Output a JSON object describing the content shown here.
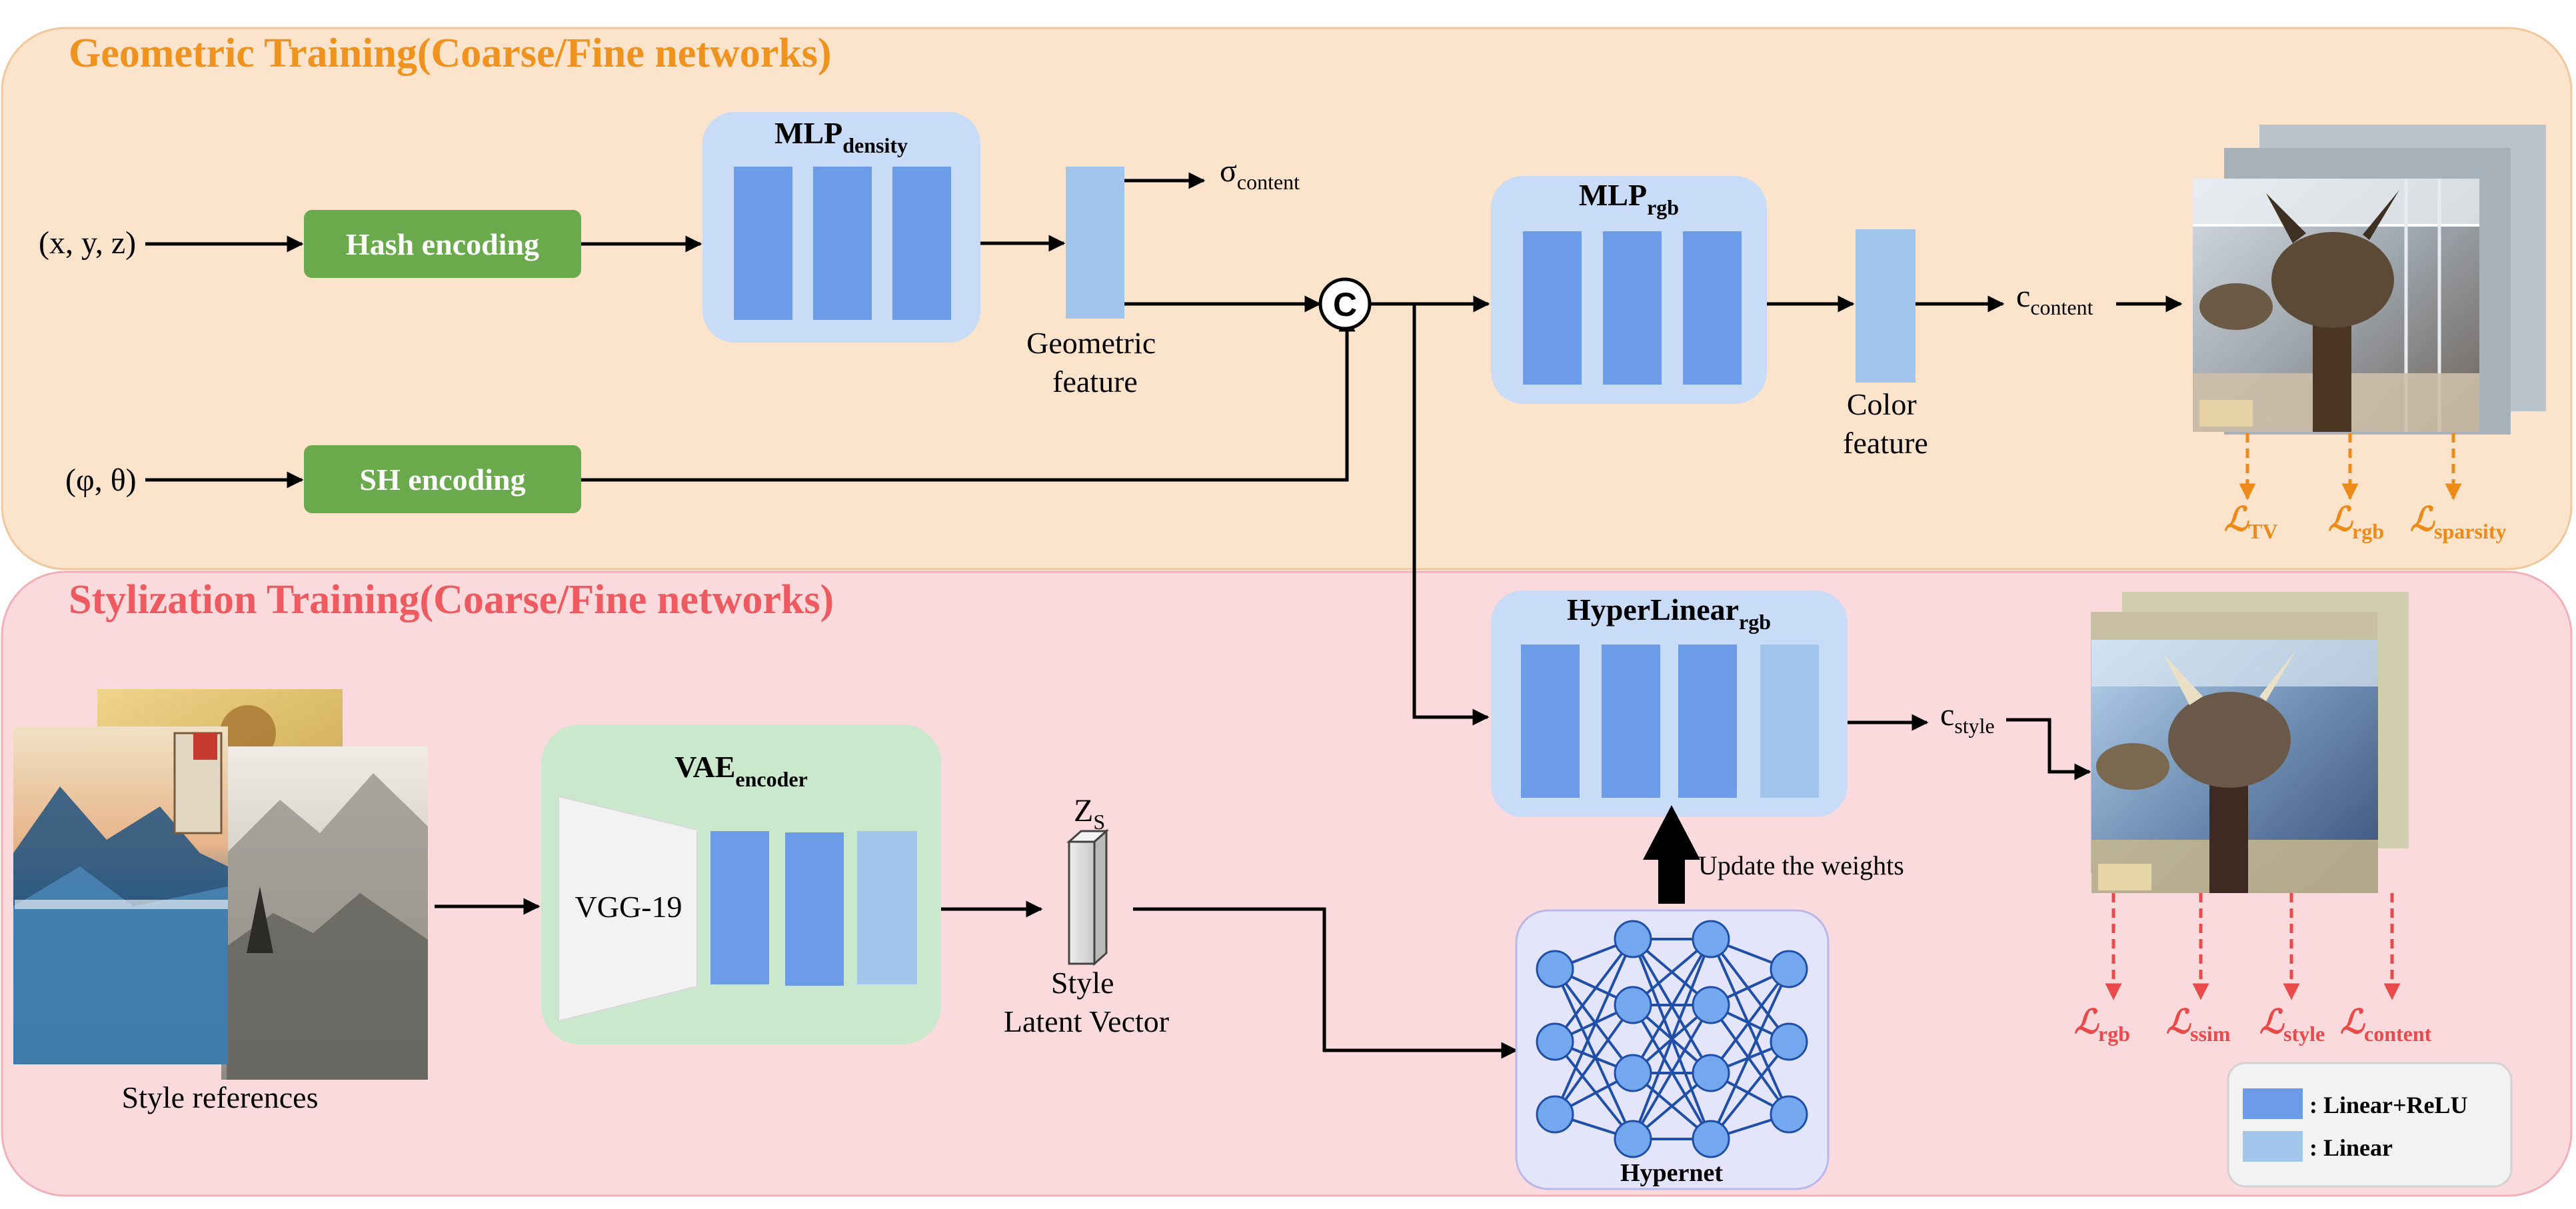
{
  "colors": {
    "geometric_bg": "#fbe3cc",
    "geometric_border": "#f2c79b",
    "geometric_title": "#f0921e",
    "stylization_bg": "#fbdadd",
    "stylization_border": "#f2b0b8",
    "stylization_title": "#ee5a5f",
    "mlp_box": "#c8dbf7",
    "vae_box": "#c9e8cc",
    "linear_relu": "#6c9be8",
    "linear": "#a2c5ec",
    "encoder_green": "#6aaa4c",
    "loss_orange": "#ee8a18",
    "loss_red": "#ea4a4a",
    "hypernet_box": "#e4e4fa",
    "hypernet_node": "#73a8ee",
    "hypernet_edge": "#1f4fa8",
    "legend_bg": "#f2f2f2"
  },
  "geometric": {
    "title": "Geometric Training(Coarse/Fine networks)",
    "input_xyz": "(x, y, z)",
    "input_dir": "(φ, θ)",
    "hash_encoding": "Hash encoding",
    "sh_encoding": "SH encoding",
    "mlp_density": {
      "main": "MLP",
      "sub": "density"
    },
    "sigma_content": {
      "main": "σ",
      "sub": "content"
    },
    "geometric_feature": [
      "Geometric",
      "feature"
    ],
    "concat_symbol": "C",
    "mlp_rgb": {
      "main": "MLP",
      "sub": "rgb"
    },
    "color_feature": [
      "Color",
      "feature"
    ],
    "c_content": {
      "main": "c",
      "sub": "content"
    },
    "losses": [
      {
        "main": "ℒ",
        "sub": "TV"
      },
      {
        "main": "ℒ",
        "sub": "rgb"
      },
      {
        "main": "ℒ",
        "sub": "sparsity"
      }
    ]
  },
  "stylization": {
    "title": "Stylization Training(Coarse/Fine networks)",
    "style_references": "Style references",
    "vae_encoder": {
      "main": "VAE",
      "sub": "encoder"
    },
    "vgg": "VGG-19",
    "zs": {
      "main": "Z",
      "sub": "S"
    },
    "style_latent": [
      "Style",
      "Latent Vector"
    ],
    "hyperlinear_rgb": {
      "main": "HyperLinear",
      "sub": "rgb"
    },
    "update_weights": "Update the weights",
    "hypernet": "Hypernet",
    "c_style": {
      "main": "c",
      "sub": "style"
    },
    "losses": [
      {
        "main": "ℒ",
        "sub": "rgb"
      },
      {
        "main": "ℒ",
        "sub": "ssim"
      },
      {
        "main": "ℒ",
        "sub": "style"
      },
      {
        "main": "ℒ",
        "sub": "content"
      }
    ]
  },
  "legend": {
    "items": [
      {
        "label": ": Linear+ReLU",
        "color": "#6c9be8"
      },
      {
        "label": ": Linear",
        "color": "#a2c5ec"
      }
    ]
  }
}
